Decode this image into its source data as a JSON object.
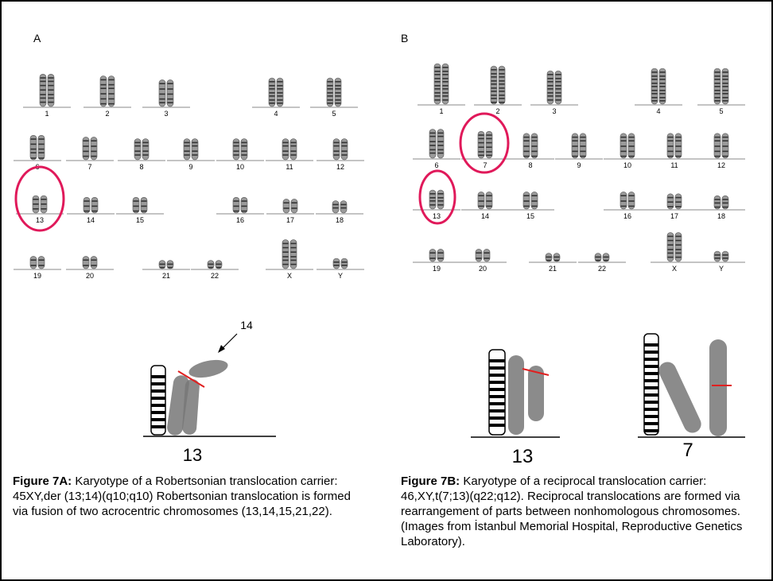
{
  "panel_a": {
    "letter": "A",
    "rows": [
      [
        "1",
        "2",
        "3",
        "4",
        "5"
      ],
      [
        "6",
        "7",
        "8",
        "9",
        "10",
        "11",
        "12"
      ],
      [
        "13",
        "14",
        "15",
        "16",
        "17",
        "18"
      ],
      [
        "19",
        "20",
        "21",
        "22",
        "X",
        "Y"
      ]
    ],
    "highlighted": [
      "13"
    ],
    "detail": {
      "label": "13",
      "arrow_label": "14"
    }
  },
  "panel_b": {
    "letter": "B",
    "rows": [
      [
        "1",
        "2",
        "3",
        "4",
        "5"
      ],
      [
        "6",
        "7",
        "8",
        "9",
        "10",
        "11",
        "12"
      ],
      [
        "13",
        "14",
        "15",
        "16",
        "17",
        "18"
      ],
      [
        "19",
        "20",
        "21",
        "22",
        "X",
        "Y"
      ]
    ],
    "highlighted": [
      "7",
      "13"
    ],
    "detail": {
      "label_left": "13",
      "label_right": "7"
    }
  },
  "colors": {
    "highlight_circle": "#e0195a",
    "breakpoint_line": "#e02020",
    "chromosome": "#808080"
  },
  "caption_a": {
    "title": "Figure 7A:",
    "text": " Karyotype of a Robertsonian translocation carrier: 45XY,der (13;14)(q10;q10)  Robertsonian translocation is formed via fusion of two acrocentric chromosomes (13,14,15,21,22)."
  },
  "caption_b": {
    "title": "Figure 7B:",
    "text": " Karyotype of a reciprocal translocation carrier: 46,XY,t(7;13)(q22;q12). Reciprocal translocations are formed via rearrangement of parts between nonhomologous chromosomes.  (Images from İstanbul Memorial Hospital, Reproductive Genetics Laboratory)."
  }
}
